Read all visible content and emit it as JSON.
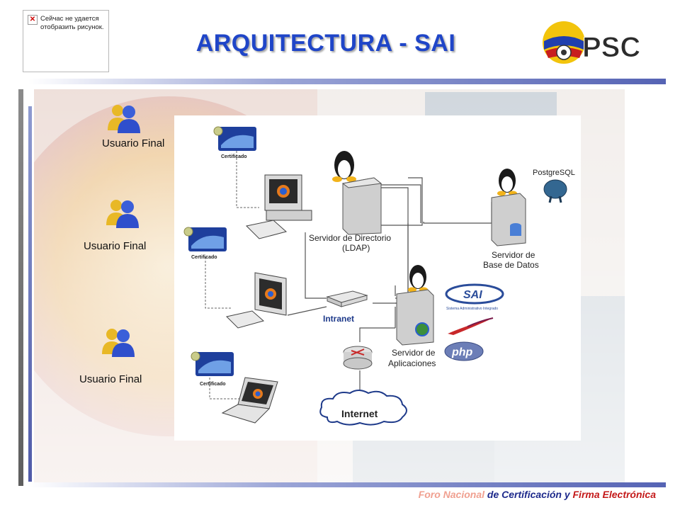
{
  "broken_image": {
    "text": "Сейчас не удается отобразить рисунок."
  },
  "title": "ARQUITECTURA - SAI",
  "logo": {
    "text": "PSC"
  },
  "users": [
    {
      "label": "Usuario Final"
    },
    {
      "label": "Usuario Final"
    },
    {
      "label": "Usuario Final"
    }
  ],
  "diagram": {
    "cert_label": "Certificado",
    "ldap_server": {
      "line1": "Servidor de Directorio",
      "line2": "(LDAP)"
    },
    "db_server": {
      "line1": "Servidor de",
      "line2": "Base de Datos"
    },
    "app_server": {
      "line1": "Servidor de",
      "line2": "Aplicaciones"
    },
    "intranet": "Intranet",
    "internet": "Internet",
    "postgres": "PostgreSQL",
    "sai": "SAI",
    "sai_sub": "Sistema Administrativo Integrado",
    "php": "php"
  },
  "footer": {
    "part1": "Foro Nacional",
    "part2": " de Certificación y ",
    "part3": "Firma Electrónica"
  },
  "colors": {
    "title": "#1f45c8",
    "footer_blue": "#1e2a8c",
    "footer_red": "#c41a1a",
    "footer_light": "#f0a090"
  }
}
